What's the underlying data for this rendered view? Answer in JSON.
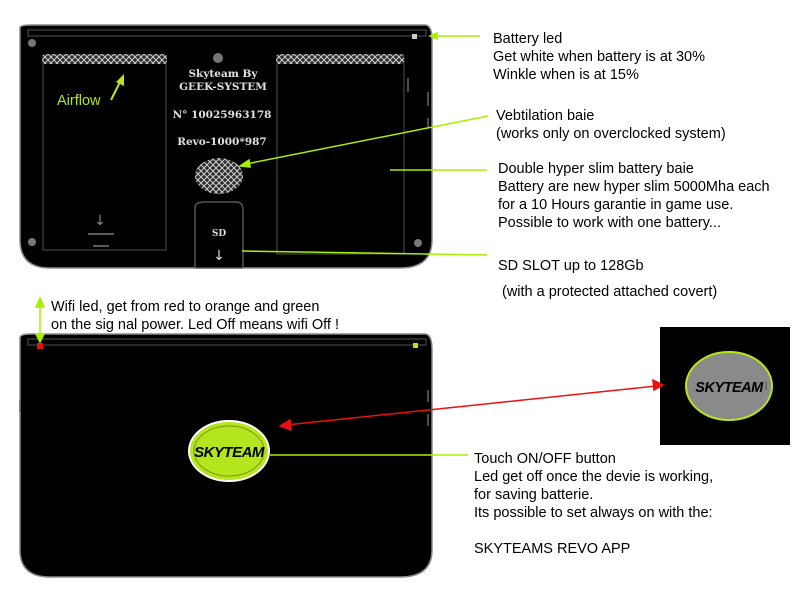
{
  "colors": {
    "callout_green": "#a8f000",
    "callout_red": "#e81010",
    "device_body": "#000000",
    "device_outline": "#8a8a8a",
    "engraving": "#e0e0e0",
    "button_face": "#b5e61d",
    "button_ring": "#ffffff",
    "inset_button_face": "#8a8a8a",
    "inset_button_ring": "#b5e61d",
    "wifi_led": "#e81010"
  },
  "back_panel": {
    "airflow_label": "Airflow",
    "brand_line1": "Skyteam By",
    "brand_line2": "GEEK-SYSTEM",
    "serial": "N° 10025963178",
    "model": "Revo-1000*987",
    "sd_label": "SD",
    "arrow_glyph": "↓"
  },
  "front_panel": {
    "button_label": "SKYTEAM",
    "inset_label": "SKYTEAM"
  },
  "callouts": {
    "battery_led": [
      "Battery led",
      "Get white when battery is at 30%",
      "Winkle when is at 15%"
    ],
    "ventilation": [
      "Vebtilation baie",
      "(works only on overclocked system)"
    ],
    "battery_bay": [
      "Double hyper slim battery baie",
      "Battery are new hyper slim 5000Mha each",
      "for a 10 Hours garantie in game use.",
      "Possible to work with one battery..."
    ],
    "sd_slot": [
      "SD SLOT up to 128Gb",
      "(with a protected attached covert)"
    ],
    "wifi_led": [
      "Wifi led, get from red to orange and green",
      "on the sig nal power. Led Off means wifi Off !"
    ],
    "touch_button": [
      "Touch ON/OFF button",
      "Led get off once the devie is working,",
      "for saving batterie.",
      "Its possible to set always on with the:",
      "",
      "SKYTEAMS REVO APP"
    ]
  }
}
